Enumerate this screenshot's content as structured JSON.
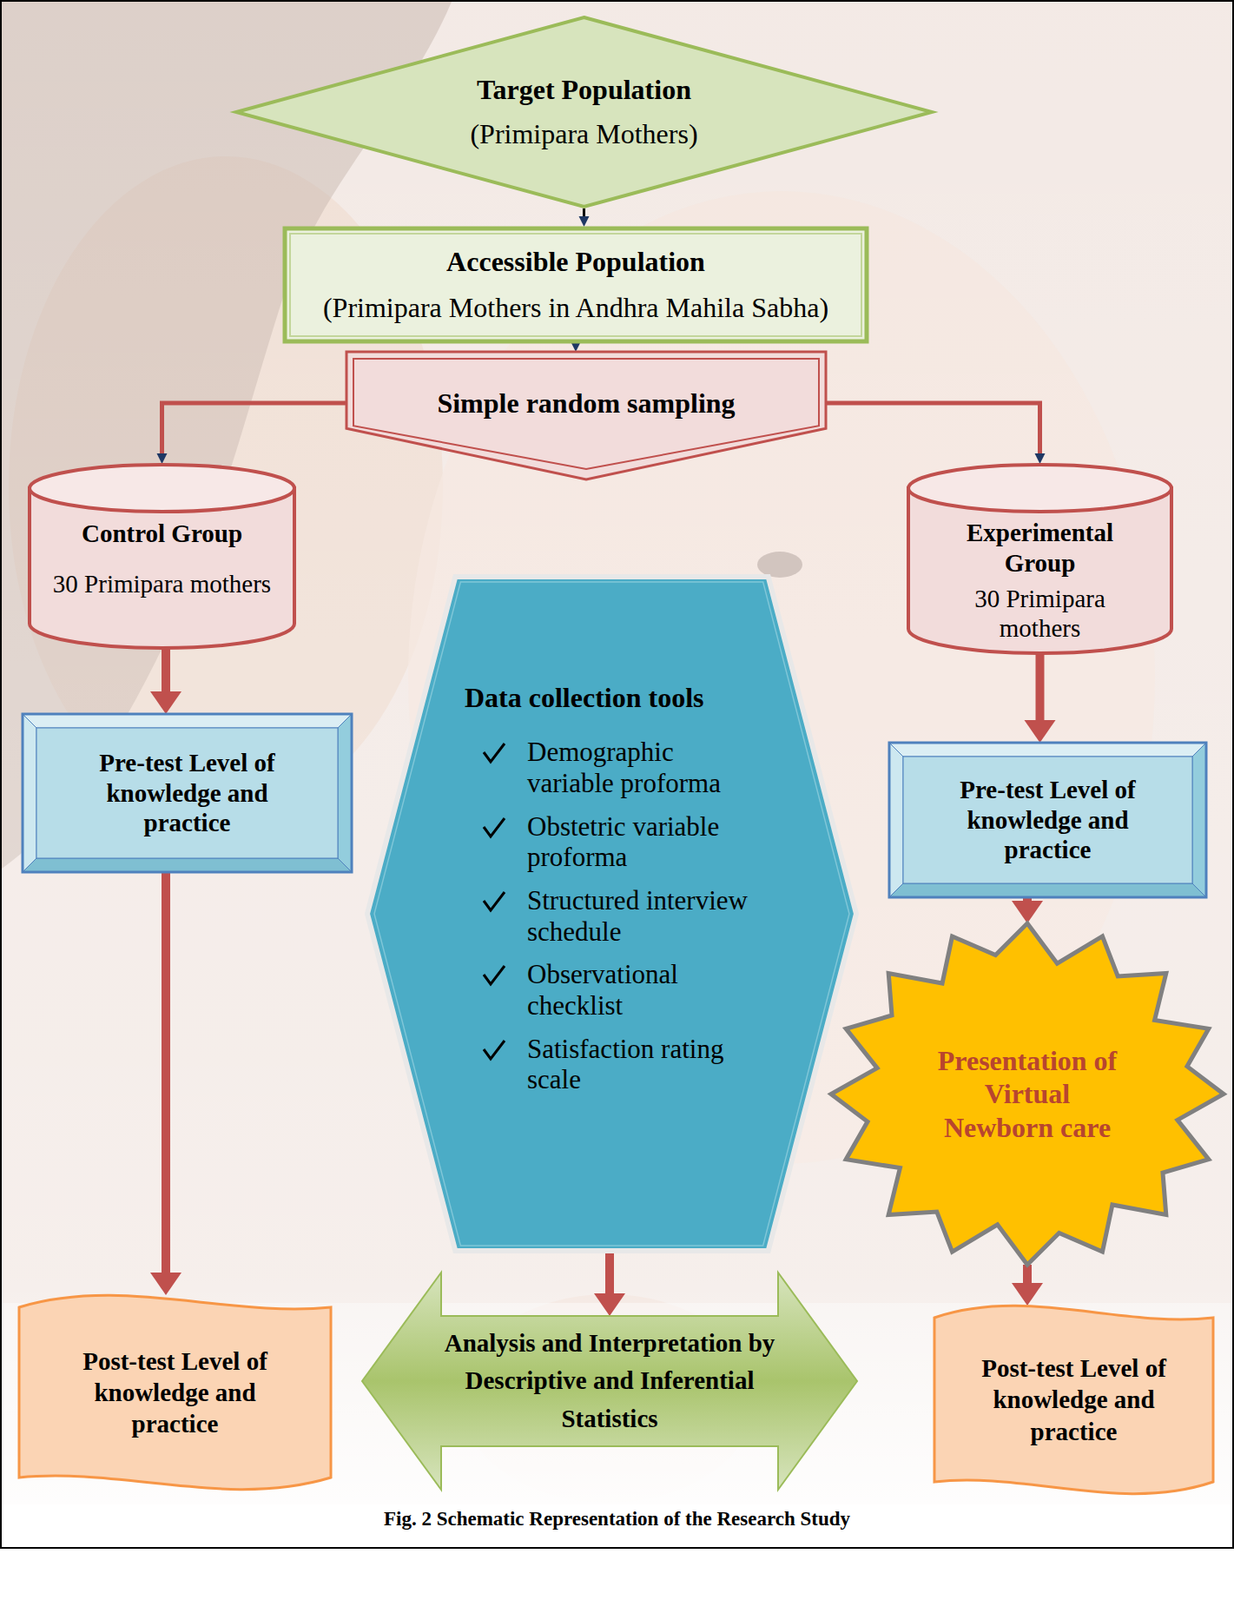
{
  "diagram": {
    "caption": "Fig. 2 Schematic Representation of the Research Study",
    "nodes": [
      {
        "text": [
          "Target Population",
          "(Primipara Mothers)"
        ]
      },
      {
        "text": [
          "Accessible Population",
          "(Primipara Mothers in Andhra Mahila Sabha)"
        ]
      },
      {
        "text": [
          "Simple random sampling"
        ]
      },
      {
        "text": [
          "Control Group",
          "30 Primipara mothers"
        ]
      },
      {
        "text": [
          "Experimental Group",
          "30 Primipara mothers"
        ]
      },
      {
        "text": [
          "Data collection tools",
          "Demographic variable proforma",
          "Obstetric variable proforma",
          "Structured interview schedule",
          "Observational checklist",
          "Satisfaction rating scale"
        ]
      },
      {
        "text": [
          "Pre-test Level of knowledge and practice"
        ]
      },
      {
        "text": [
          "Pre-test Level of knowledge and practice"
        ]
      },
      {
        "text": [
          "Presentation of Virtual Newborn care"
        ]
      },
      {
        "text": [
          "Post-test Level of knowledge and practice"
        ]
      },
      {
        "text": [
          "Analysis and Interpretation by Descriptive and Inferential Statistics"
        ]
      },
      {
        "text": [
          "Post-test Level of knowledge and practice"
        ]
      }
    ],
    "edges": [
      {
        "from": 0,
        "to": 1,
        "arrow": "to"
      },
      {
        "from": 1,
        "to": 2,
        "arrow": "to"
      },
      {
        "from": 2,
        "to": 3,
        "arrow": "to"
      },
      {
        "from": 2,
        "to": 4,
        "arrow": "to"
      },
      {
        "from": 3,
        "to": 6,
        "arrow": "to"
      },
      {
        "from": 4,
        "to": 7,
        "arrow": "to"
      },
      {
        "from": 6,
        "to": 9,
        "arrow": "to"
      },
      {
        "from": 7,
        "to": 8,
        "arrow": "to"
      },
      {
        "from": 8,
        "to": 11,
        "arrow": "to"
      },
      {
        "from": 5,
        "to": 10,
        "arrow": "to"
      }
    ]
  }
}
